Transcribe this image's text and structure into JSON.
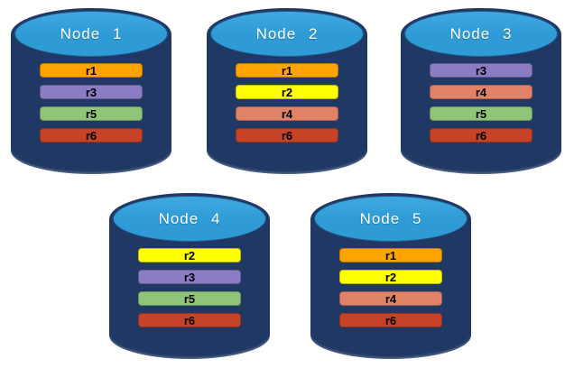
{
  "diagram": {
    "description": "Five database nodes with replica bars",
    "replica_colors": {
      "r1": "#FFA303",
      "r2": "#FFFF00",
      "r3": "#8B7CC4",
      "r4": "#DF8268",
      "r5": "#90C478",
      "r6": "#C74327"
    },
    "colors": {
      "background": "#FFFFFF",
      "cylinder_body": "#1F3864",
      "cylinder_top": "#2E9BD6",
      "cylinder_top_light": "#3FA8E0",
      "node_label_text": "#FFFFFF",
      "bar_label_text": "#000000"
    },
    "nodes": [
      {
        "label": "Node 1",
        "replicas": [
          "r1",
          "r3",
          "r5",
          "r6"
        ]
      },
      {
        "label": "Node 2",
        "replicas": [
          "r1",
          "r2",
          "r4",
          "r6"
        ]
      },
      {
        "label": "Node 3",
        "replicas": [
          "r3",
          "r4",
          "r5",
          "r6"
        ]
      },
      {
        "label": "Node 4",
        "replicas": [
          "r2",
          "r3",
          "r5",
          "r6"
        ]
      },
      {
        "label": "Node 5",
        "replicas": [
          "r1",
          "r2",
          "r4",
          "r6"
        ]
      }
    ]
  }
}
